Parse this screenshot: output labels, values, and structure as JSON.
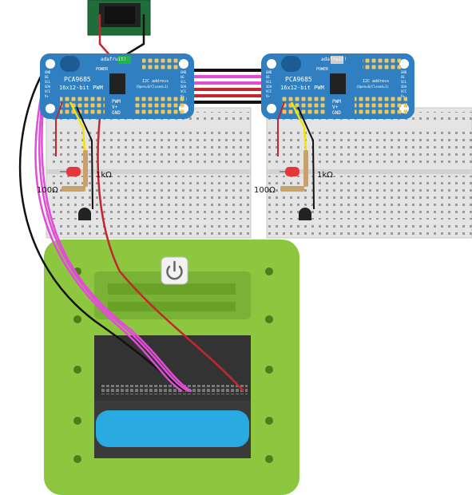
{
  "boards": {
    "left": {
      "brand": "adafruit!",
      "chip": "PCA9685",
      "desc": "16x12-bit PWM",
      "addr": "I2C address",
      "addr_sub": "(Open=0/Closed=1)",
      "power": "POWER",
      "pins_left": [
        "GND",
        "OE",
        "SCL",
        "SDA",
        "VCC",
        "V+"
      ],
      "pins_right": [
        "GND",
        "OE",
        "SCL",
        "SDA",
        "VCC",
        "V+"
      ],
      "pwm_rows": [
        "PWM",
        "V+",
        "GND"
      ]
    },
    "right": {
      "brand": "adafruit!",
      "chip": "PCA9685",
      "desc": "16x12-bit PWM",
      "addr": "I2C address",
      "addr_sub": "(Open=0/Closed=1)",
      "power": "POWER",
      "pins_left": [
        "GND",
        "OE",
        "SCL",
        "SDA",
        "VCC",
        "V+"
      ],
      "pins_right": [
        "GND",
        "OE",
        "SCL",
        "SDA",
        "VCC",
        "V+"
      ],
      "pwm_rows": [
        "PWM",
        "V+",
        "GND"
      ]
    }
  },
  "circuits": {
    "left": {
      "res_high": "1kΩ",
      "res_low": "100Ω"
    },
    "right": {
      "res_high": "1kΩ",
      "res_low": "100Ω"
    }
  },
  "colors": {
    "pcb": "#2f7fc1",
    "breadboard": "#e4e4e4",
    "case": "#8dc63f",
    "case_dark": "#6aa127",
    "wire_red": "#c1272d",
    "wire_black": "#111111",
    "wire_magenta": "#e14dd6",
    "wire_yellow": "#f2e500",
    "battery": "#29abe2",
    "led": "#e5373b"
  },
  "icons": {
    "power_button": "power-icon"
  }
}
